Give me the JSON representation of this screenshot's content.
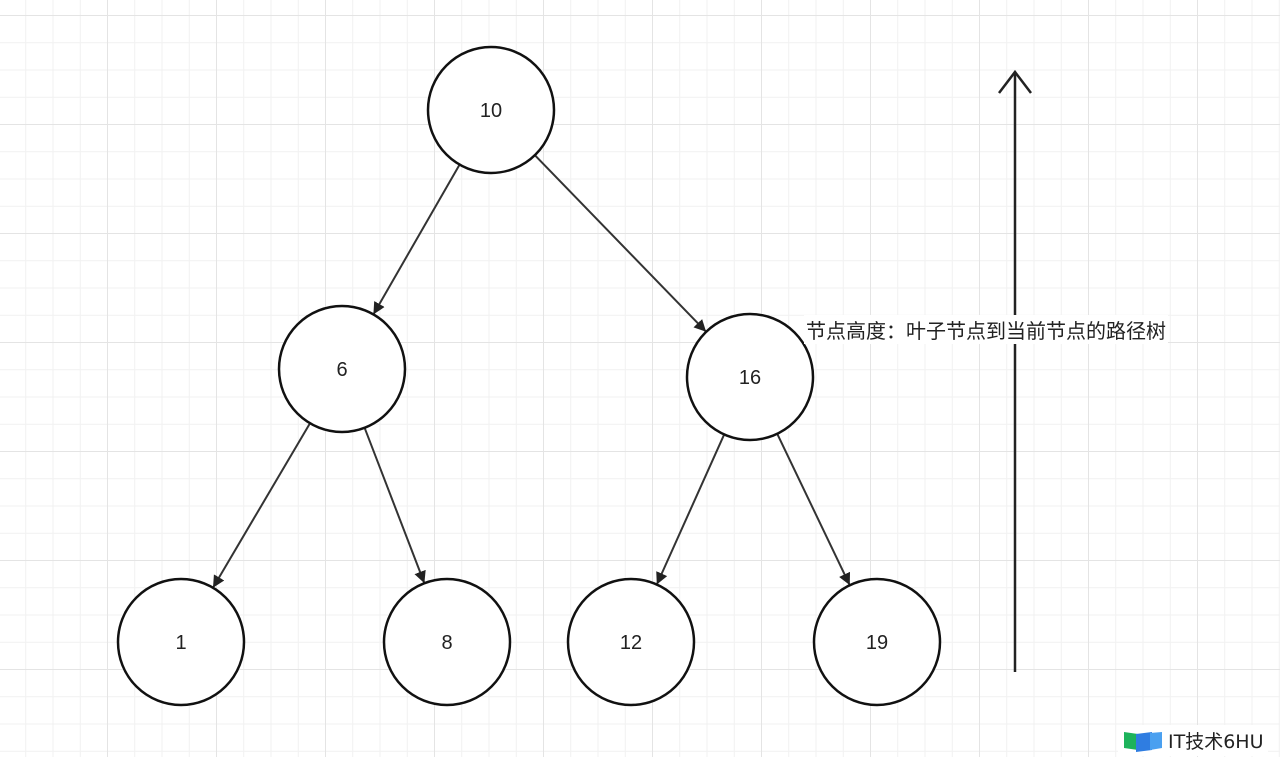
{
  "nodes": [
    {
      "id": "n10",
      "label": "10"
    },
    {
      "id": "n6",
      "label": "6"
    },
    {
      "id": "n16",
      "label": "16"
    },
    {
      "id": "n1",
      "label": "1"
    },
    {
      "id": "n8",
      "label": "8"
    },
    {
      "id": "n12",
      "label": "12"
    },
    {
      "id": "n19",
      "label": "19"
    }
  ],
  "edges": [
    [
      "n10",
      "n6"
    ],
    [
      "n10",
      "n16"
    ],
    [
      "n6",
      "n1"
    ],
    [
      "n6",
      "n8"
    ],
    [
      "n16",
      "n12"
    ],
    [
      "n16",
      "n19"
    ]
  ],
  "annotation": "节点高度：叶子节点到当前节点的路径树",
  "watermark": "IT技术6HU"
}
